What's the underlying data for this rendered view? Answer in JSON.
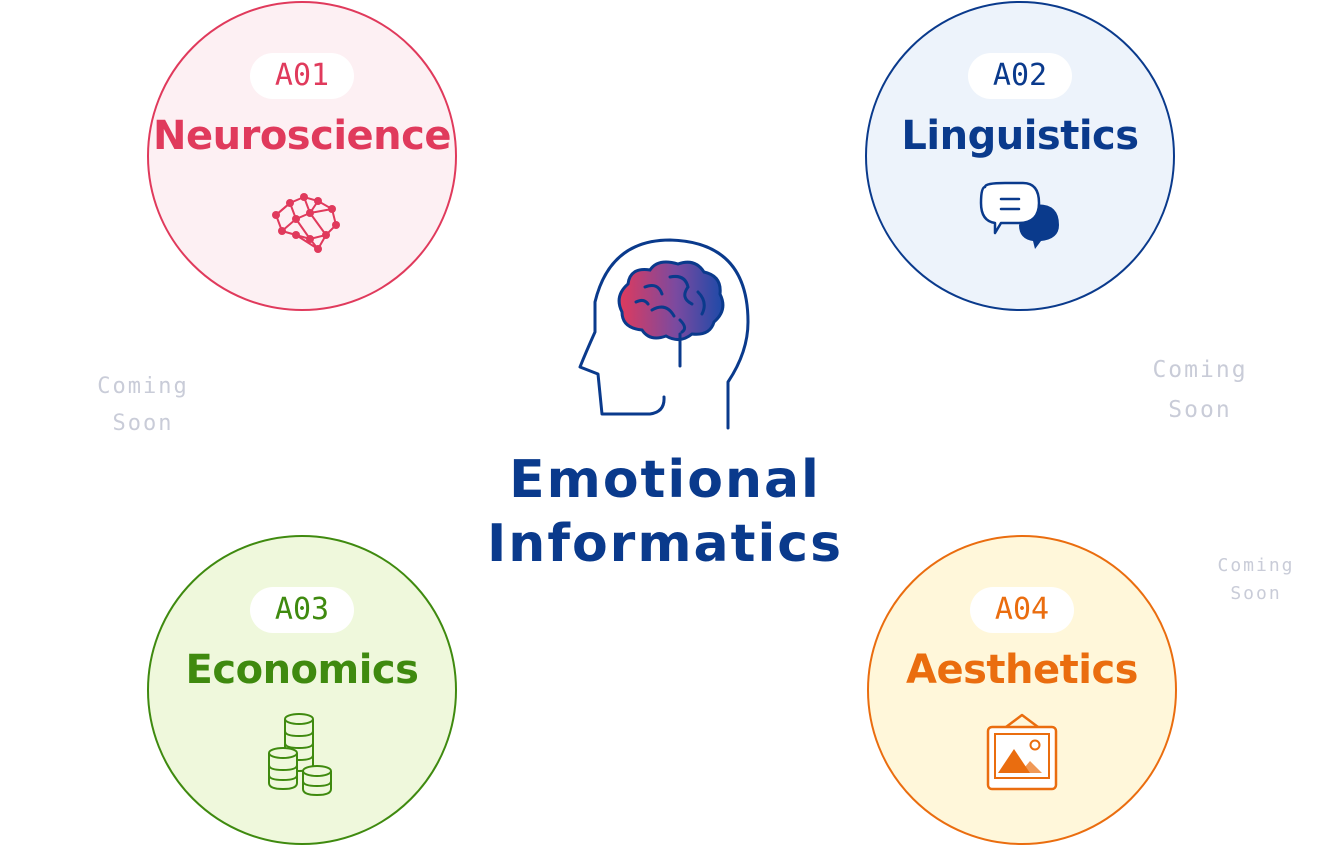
{
  "center": {
    "title_line1": "Emotional",
    "title_line2": "Informatics"
  },
  "areas": [
    {
      "code": "A01",
      "title": "Neuroscience",
      "icon": "neural-brain-icon",
      "color": "#e03a5c",
      "fill": "#fdf0f3"
    },
    {
      "code": "A02",
      "title": "Linguistics",
      "icon": "speech-bubbles-icon",
      "color": "#0a3a8c",
      "fill": "#edf3fb"
    },
    {
      "code": "A03",
      "title": "Economics",
      "icon": "coins-icon",
      "color": "#3f8a0f",
      "fill": "#eff8dc"
    },
    {
      "code": "A04",
      "title": "Aesthetics",
      "icon": "framed-picture-icon",
      "color": "#ea6d0f",
      "fill": "#fff7da"
    }
  ],
  "coming_soon": [
    {
      "line1": "Coming",
      "line2": "Soon"
    },
    {
      "line1": "Coming",
      "line2": "Soon"
    },
    {
      "line1": "Coming",
      "line2": "Soon"
    }
  ]
}
